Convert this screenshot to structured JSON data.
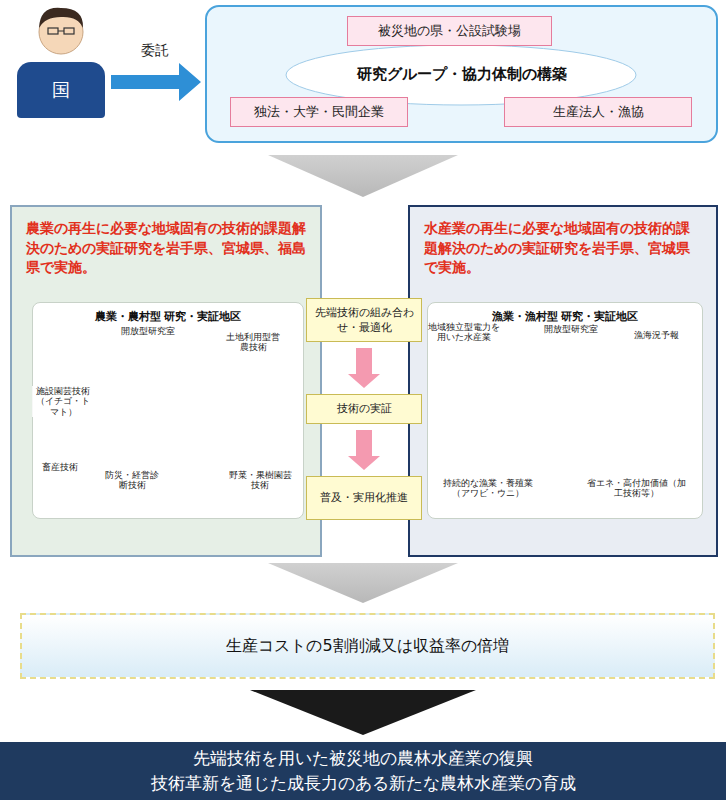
{
  "diagram": {
    "nodes": [
      {
        "text": [
          "国"
        ]
      },
      {
        "text": [
          "研究グループ・協力体制の構築"
        ]
      },
      {
        "text": [
          "被災地の県・公設試験場"
        ],
        "in": 1
      },
      {
        "text": [
          "独法・大学・民間企業"
        ],
        "in": 1
      },
      {
        "text": [
          "生産法人・漁協"
        ],
        "in": 1
      },
      {
        "text": [
          "農業の再生に必要な地域固有の技術的課題解決のための実証研究を岩手県、宮城県、福島県で実施。"
        ]
      },
      {
        "text": [
          "農業・農村型 研究・実証地区"
        ],
        "in": 5
      },
      {
        "text": [
          "水産業の再生に必要な地域固有の技術的課題解決のための実証研究を岩手県、宮城県で実施。"
        ]
      },
      {
        "text": [
          "漁業・漁村型 研究・実証地区"
        ],
        "in": 7
      },
      {
        "text": [
          "先端技術の組み合わせ・最適化"
        ]
      },
      {
        "text": [
          "技術の実証"
        ]
      },
      {
        "text": [
          "普及・実用化推進"
        ]
      },
      {
        "text": [
          "生産コストの5割削減又は収益率の倍増"
        ]
      },
      {
        "text": [
          "先端技術を用いた被災地の農林水産業の復興",
          "技術革新を通じた成長力のある新たな農林水産業の育成"
        ]
      }
    ],
    "edges": [
      {
        "from": 0,
        "to": 1,
        "label": "委託",
        "arrow": "to"
      },
      {
        "from": 9,
        "to": 10,
        "arrow": "to"
      },
      {
        "from": 10,
        "to": 11,
        "arrow": "to"
      }
    ],
    "labels": [
      "開放型研究室",
      "土地利用型営農技術",
      "施設園芸技術（イチゴ・トマト）",
      "畜産技術",
      "防災・経営診断技術",
      "野菜・果樹園芸技術",
      "地域独立型電力を用いた水産業",
      "開放型研究室",
      "漁海況予報",
      "持続的な漁業・養殖業（アワビ・ウニ）",
      "省エネ・高付加価値（加工技術等）"
    ]
  }
}
